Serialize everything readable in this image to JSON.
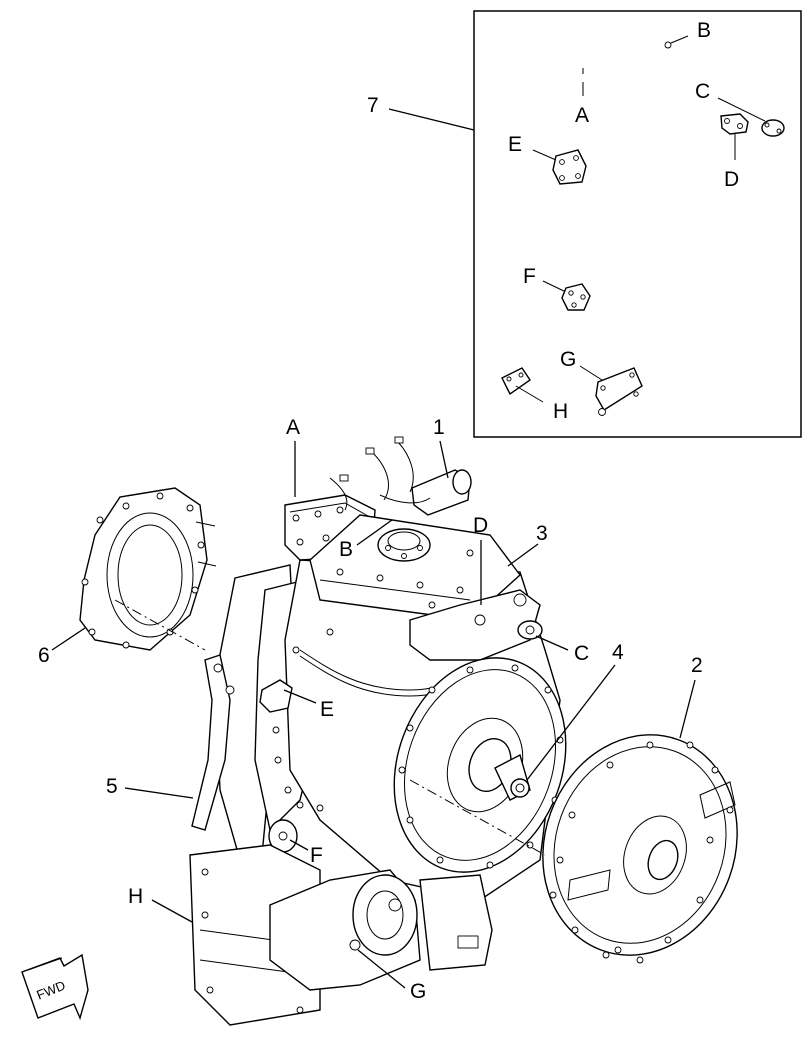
{
  "callouts": {
    "n1": "1",
    "n2": "2",
    "n3": "3",
    "n4": "4",
    "n5": "5",
    "n6": "6",
    "n7": "7",
    "A": "A",
    "B": "B",
    "C": "C",
    "D": "D",
    "E": "E",
    "F": "F",
    "G": "G",
    "H": "H"
  },
  "inset": {
    "A": "A",
    "B": "B",
    "C": "C",
    "D": "D",
    "E": "E",
    "F": "F",
    "G": "G",
    "H": "H"
  },
  "direction_arrow": {
    "label": "FWD"
  }
}
